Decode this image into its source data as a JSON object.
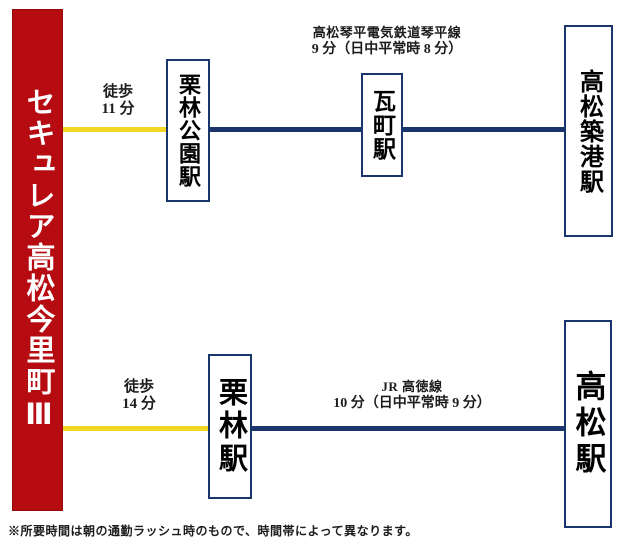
{
  "banner": {
    "property_name": "セキュレア高松今里町Ⅲ"
  },
  "routes": [
    {
      "walk": {
        "label": "徒歩",
        "duration": "11 分"
      },
      "origin_station": "栗林公園駅",
      "rail": {
        "line_name": "高松琴平電気鉄道琴平線",
        "duration": "9 分（日中平常時 8 分）"
      },
      "via_station": "瓦町駅",
      "terminal_station": "高松築港駅"
    },
    {
      "walk": {
        "label": "徒歩",
        "duration": "14 分"
      },
      "origin_station": "栗林駅",
      "rail": {
        "line_name": "JR 高徳線",
        "duration": "10 分（日中平常時 9 分）"
      },
      "terminal_station": "高松駅"
    }
  ],
  "footnote": "※所要時間は朝の通勤ラッシュ時のもので、時間帯によって異なります。",
  "colors": {
    "banner_red": "#b60c11",
    "banner_red_dark": "#960a0e",
    "walk_line_yellow": "#f3d723",
    "rail_line_navy": "#1a356b",
    "text_dark": "#1c1c1c"
  }
}
